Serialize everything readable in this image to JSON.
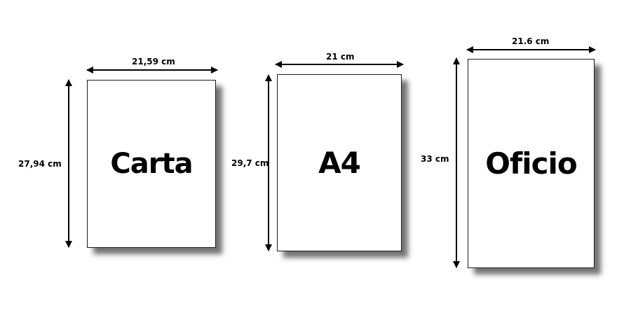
{
  "sheets": [
    {
      "name": "Carta",
      "width_label": "21,59 cm",
      "height_label": "27,94 cm"
    },
    {
      "name": "A4",
      "width_label": "21 cm",
      "height_label": "29,7 cm"
    },
    {
      "name": "Oficio",
      "width_label": "21.6 cm",
      "height_label": "33 cm"
    }
  ]
}
